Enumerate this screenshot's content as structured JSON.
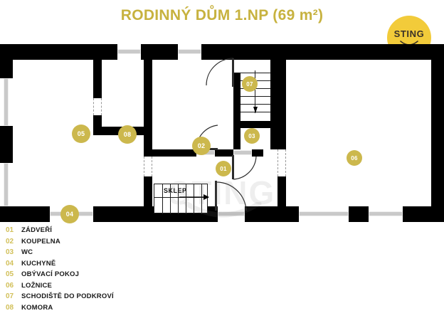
{
  "title": "RODINNÝ DŮM 1.NP (69 m²)",
  "logo": {
    "text": "STING",
    "icon": "smile-arc",
    "color": "#f2cb3a"
  },
  "watermark": {
    "text": "STING"
  },
  "colors": {
    "accent": "#c7b23f",
    "badge": "#ccb84d",
    "legend_number": "#d2c05a",
    "wall": "#000000",
    "window": "#c9c9c9"
  },
  "plan": {
    "stairs_cellar_label": "SKLEP",
    "stairs_cellar_direction": "down-right",
    "stairs_attic_direction": "down",
    "rooms": [
      {
        "id": "01",
        "name": "ZÁDVEŘÍ",
        "badge": "01"
      },
      {
        "id": "02",
        "name": "KOUPELNA",
        "badge": "02"
      },
      {
        "id": "03",
        "name": "WC",
        "badge": "03"
      },
      {
        "id": "04",
        "name": "KUCHYNĚ",
        "badge": "04"
      },
      {
        "id": "05",
        "name": "OBÝVACÍ POKOJ",
        "badge": "05"
      },
      {
        "id": "06",
        "name": "LOŽNICE",
        "badge": "06"
      },
      {
        "id": "07",
        "name": "SCHODIŠTĚ DO PODKROVÍ",
        "badge": "07"
      },
      {
        "id": "08",
        "name": "KOMORA",
        "badge": "08"
      }
    ]
  },
  "legend": {
    "items": [
      {
        "num": "01",
        "label": "ZÁDVEŘÍ"
      },
      {
        "num": "02",
        "label": "KOUPELNA"
      },
      {
        "num": "03",
        "label": "WC"
      },
      {
        "num": "04",
        "label": "KUCHYNĚ"
      },
      {
        "num": "05",
        "label": "OBÝVACÍ POKOJ"
      },
      {
        "num": "06",
        "label": "LOŽNICE"
      },
      {
        "num": "07",
        "label": "SCHODIŠTĚ DO PODKROVÍ"
      },
      {
        "num": "08",
        "label": "KOMORA"
      }
    ]
  }
}
